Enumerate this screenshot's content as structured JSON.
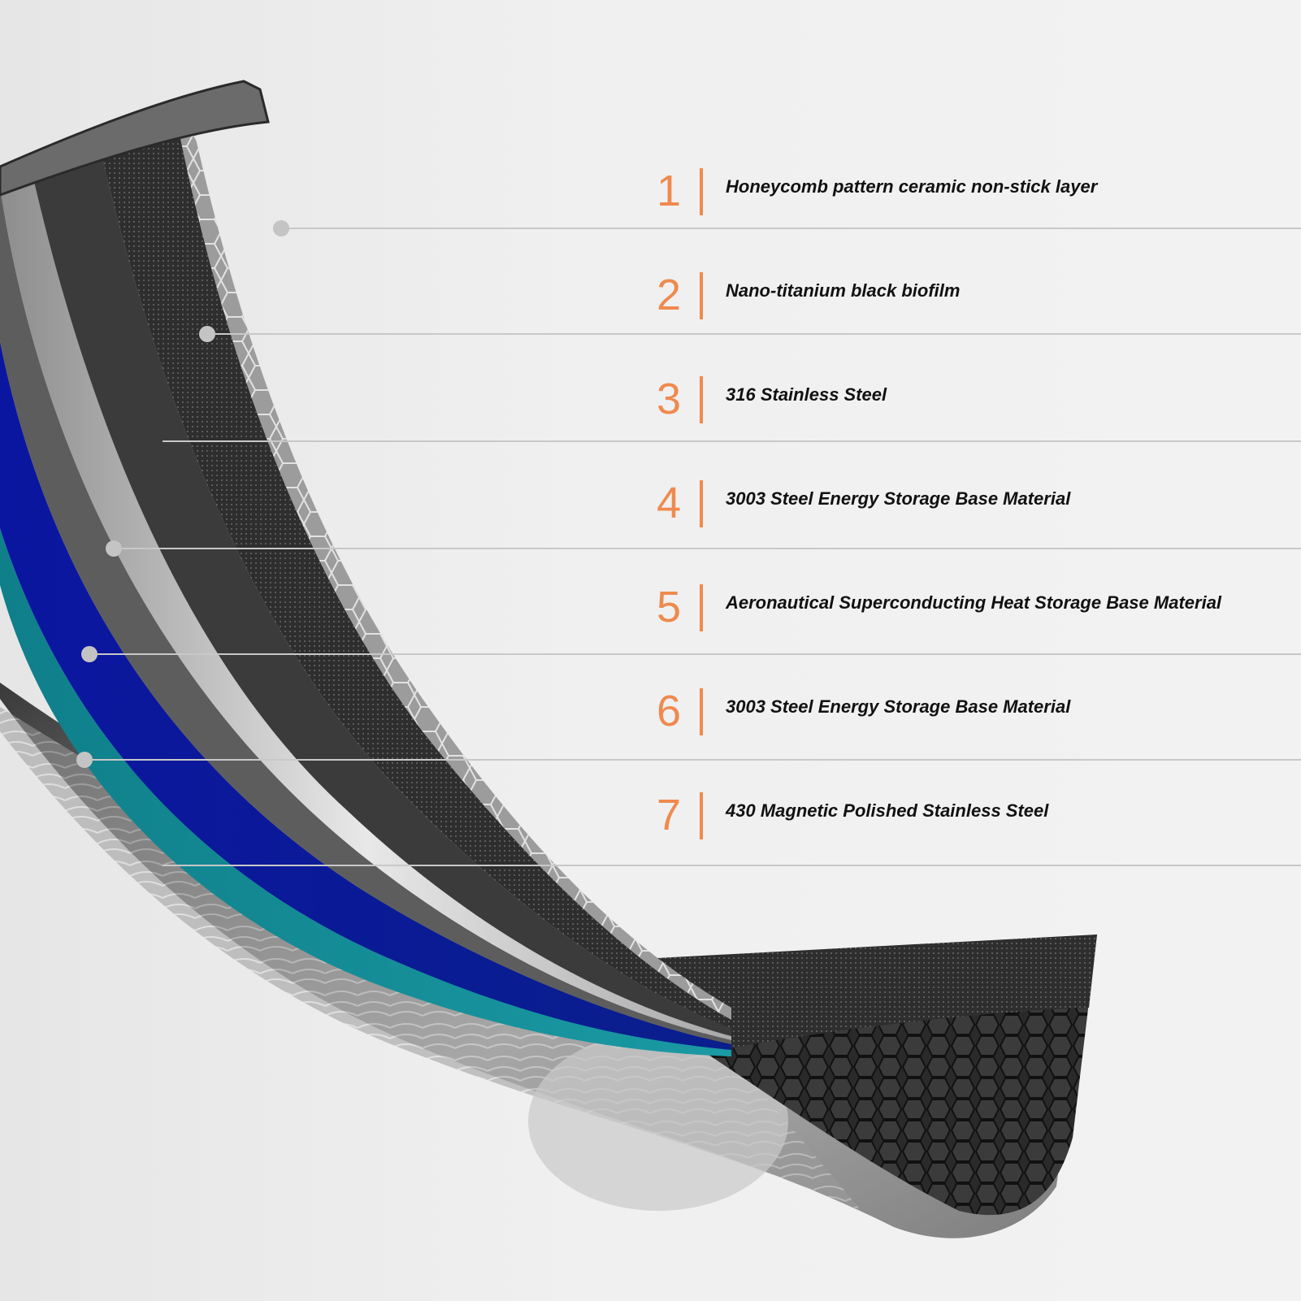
{
  "colors": {
    "background": "#eeeeee",
    "accent": "#ef8a4f",
    "label_text": "#111111",
    "leader_line": "#c8c8c8",
    "layer_blue": "#0a1aa8",
    "layer_teal": "#138a96",
    "layer_dark": "#2b2b2b",
    "layer_silver": "#cfcfcf"
  },
  "layers": [
    {
      "number": "1",
      "label": "Honeycomb pattern ceramic non-stick layer"
    },
    {
      "number": "2",
      "label": "Nano-titanium black biofilm"
    },
    {
      "number": "3",
      "label": "316 Stainless Steel"
    },
    {
      "number": "4",
      "label": "3003 Steel Energy Storage Base Material"
    },
    {
      "number": "5",
      "label": "Aeronautical Superconducting Heat Storage Base Material"
    },
    {
      "number": "6",
      "label": "3003 Steel Energy Storage Base Material"
    },
    {
      "number": "7",
      "label": "430 Magnetic Polished Stainless Steel"
    }
  ]
}
